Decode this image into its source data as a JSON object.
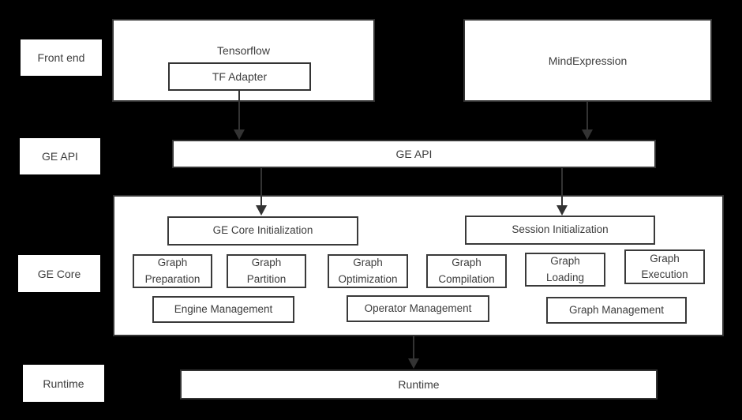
{
  "colors": {
    "background": "#000000",
    "box_fill": "#ffffff",
    "border": "#333333",
    "text": "#3d3d3d",
    "arrow": "#333333"
  },
  "row_labels": [
    {
      "label": "Front end"
    },
    {
      "label": "GE API"
    },
    {
      "label": "GE Core"
    },
    {
      "label": "Runtime"
    }
  ],
  "front_end": {
    "tensorflow_label": "Tensorflow",
    "tf_adapter_label": "TF Adapter",
    "mind_expression_label": "MindExpression"
  },
  "ge_api": {
    "label": "GE API"
  },
  "ge_core": {
    "init_boxes": [
      {
        "label": "GE Core Initialization"
      },
      {
        "label": "Session Initialization"
      }
    ],
    "stages": [
      {
        "label": "Graph\nPreparation"
      },
      {
        "label": "Graph\nPartition"
      },
      {
        "label": "Graph\nOptimization"
      },
      {
        "label": "Graph\nCompilation"
      },
      {
        "label": "Graph\nLoading"
      },
      {
        "label": "Graph\nExecution"
      }
    ],
    "management": [
      {
        "label": "Engine Management"
      },
      {
        "label": "Operator Management"
      },
      {
        "label": "Graph Management"
      }
    ]
  },
  "runtime": {
    "label": "Runtime"
  }
}
